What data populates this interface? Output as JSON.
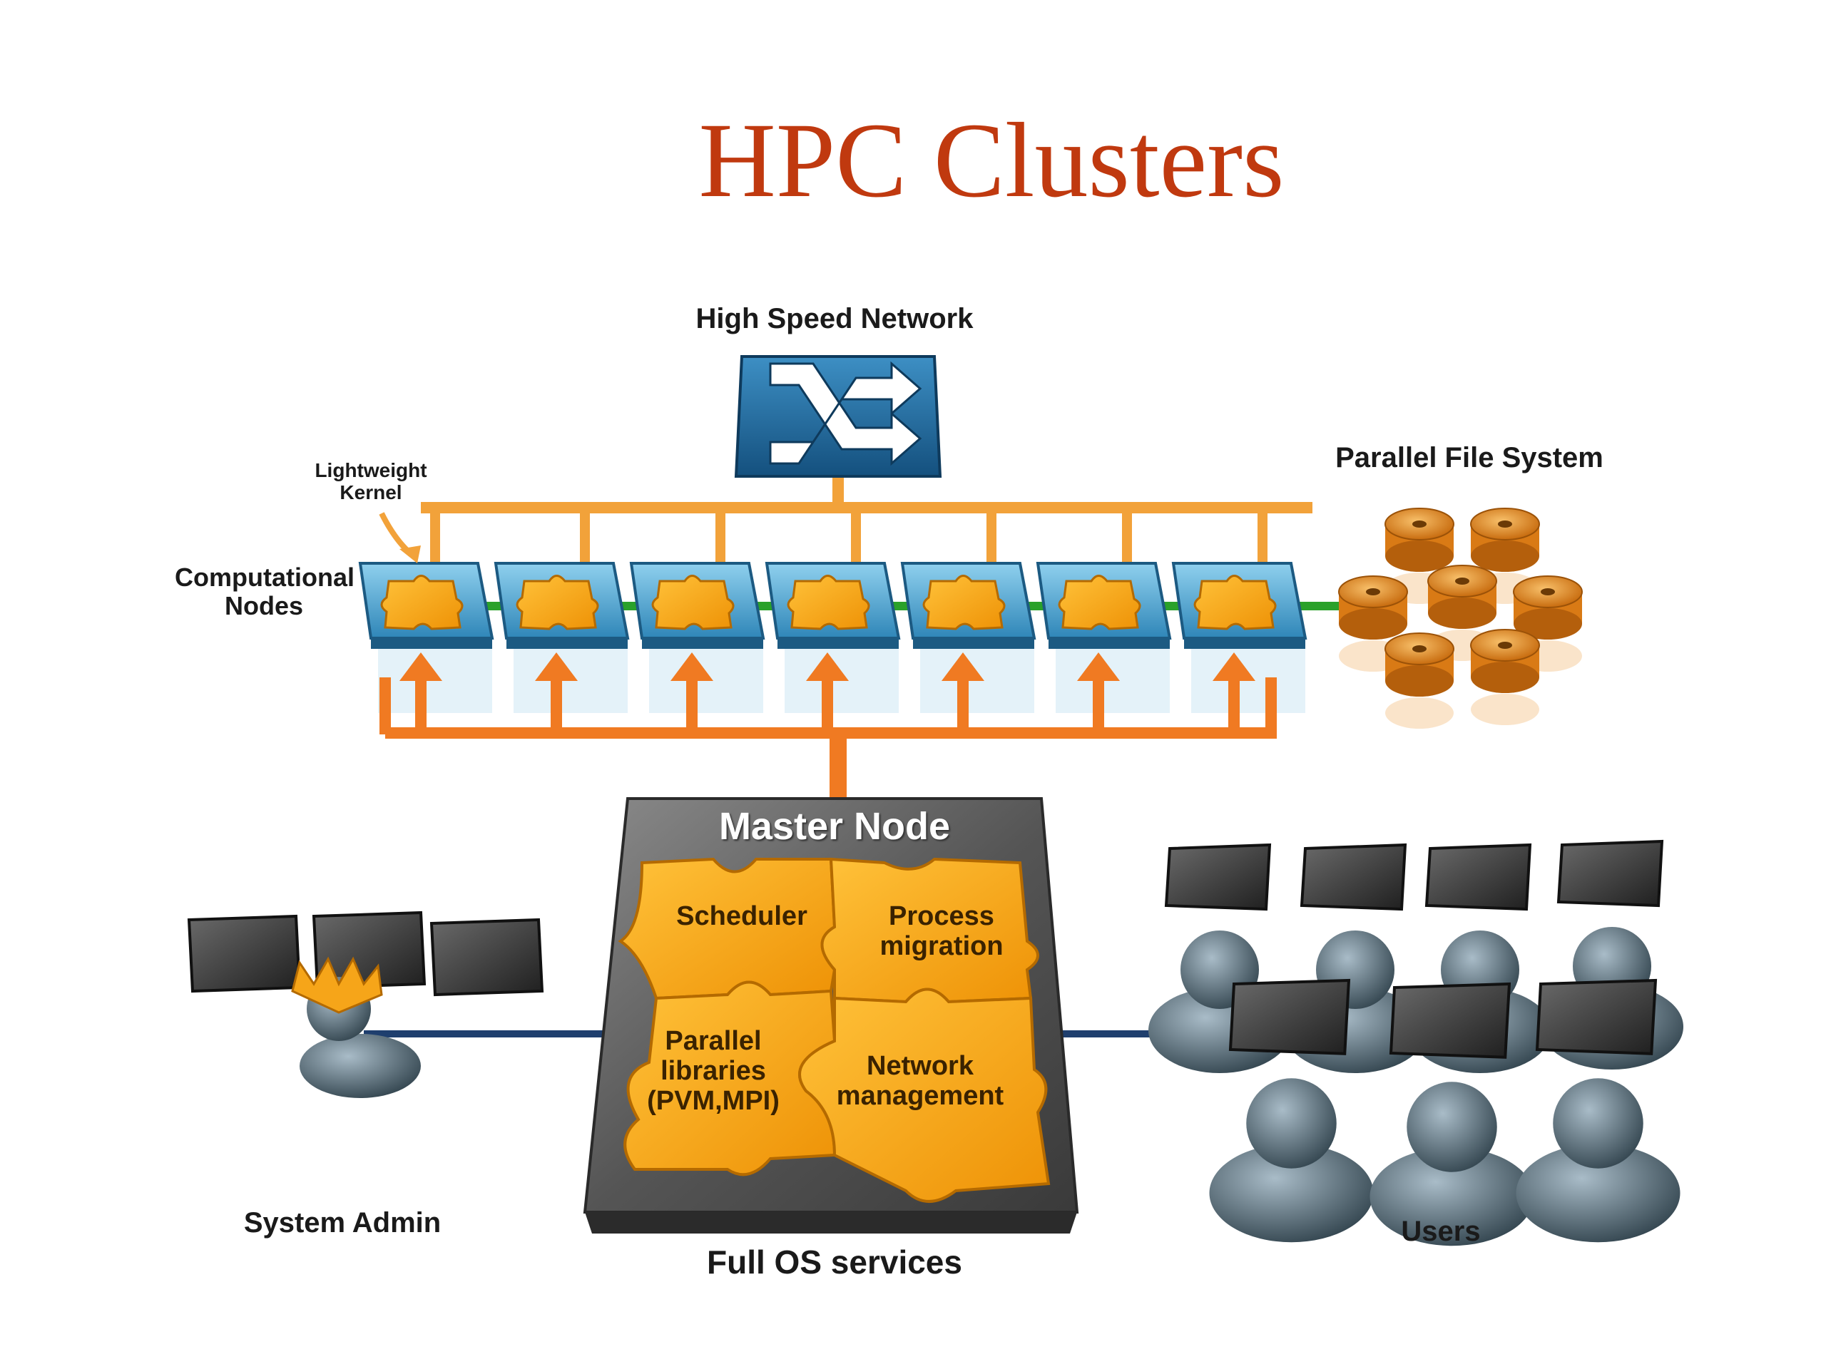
{
  "title": "HPC Clusters",
  "labels": {
    "high_speed_network": "High Speed Network",
    "lightweight_kernel": "Lightweight\nKernel",
    "computational_nodes": "Computational\nNodes",
    "parallel_file_system": "Parallel File System",
    "master_node": "Master Node",
    "full_os_services": "Full OS services",
    "system_admin": "System Admin",
    "users": "Users"
  },
  "master_node_services": [
    "Scheduler",
    "Process\nmigration",
    "Parallel\nlibraries\n(PVM,MPI)",
    "Network\nmanagement"
  ],
  "colors": {
    "title": "#c0390f",
    "orange_bus": "#f2a23a",
    "orange_arrow": "#f07a22",
    "green_link": "#2aa12a",
    "blue_link": "#1f3f6e",
    "node_blue": "#5fb4dc",
    "puzzle_orange": "#f6a519",
    "master_grey": "#5b5b5b",
    "person": "#4d6270"
  },
  "icons": {
    "network_switch": "crossed-arrows-switch-icon",
    "node": "puzzle-piece-node-icon",
    "disk": "disk-stack-icon",
    "admin": "crowned-person-icon",
    "user": "person-icon",
    "monitor": "monitor-icon"
  },
  "computational_node_count": 7,
  "disk_count": 7,
  "admin_monitor_count": 3,
  "user_workstation_count": 7
}
